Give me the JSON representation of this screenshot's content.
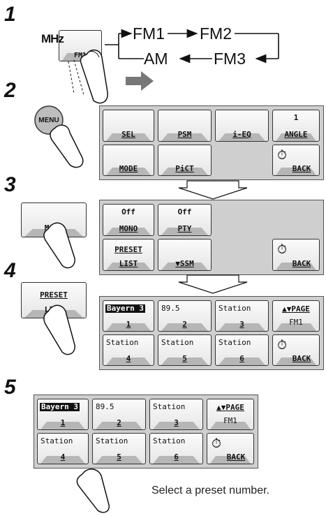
{
  "steps": [
    "1",
    "2",
    "3",
    "4",
    "5"
  ],
  "step1": {
    "band_icon": "MHz",
    "button_label": "FM1",
    "flow": {
      "fm1": "FM1",
      "fm2": "FM2",
      "am": "AM",
      "fm3": "FM3"
    }
  },
  "step2": {
    "menu_label": "MENU",
    "buttons": {
      "sel": "SEL",
      "psm": "PSM",
      "ieq": "i-EQ",
      "angle_value": "1",
      "angle": "ANGLE",
      "mode": "MODE",
      "pict": "PiCT",
      "back": "BACK"
    }
  },
  "step3": {
    "mode_label": "MODE",
    "buttons": {
      "mono_value": "Off",
      "mono": "MONO",
      "pty_value": "Off",
      "pty": "PTY",
      "preset_line1": "PRESET",
      "preset_line2": "LIST",
      "ssm": "SSM",
      "back": "BACK"
    }
  },
  "step4": {
    "preset_line1": "PRESET",
    "preset_line2": "LIST"
  },
  "preset_list": {
    "presets": [
      {
        "name": "Bayern 3",
        "num": "1"
      },
      {
        "name": "89.5",
        "num": "2"
      },
      {
        "name": "Station",
        "num": "3"
      },
      {
        "name": "Station",
        "num": "4"
      },
      {
        "name": "Station",
        "num": "5"
      },
      {
        "name": "Station",
        "num": "6"
      }
    ],
    "page": "PAGE",
    "band": "FM1",
    "back": "BACK"
  },
  "caption": "Select a preset number."
}
